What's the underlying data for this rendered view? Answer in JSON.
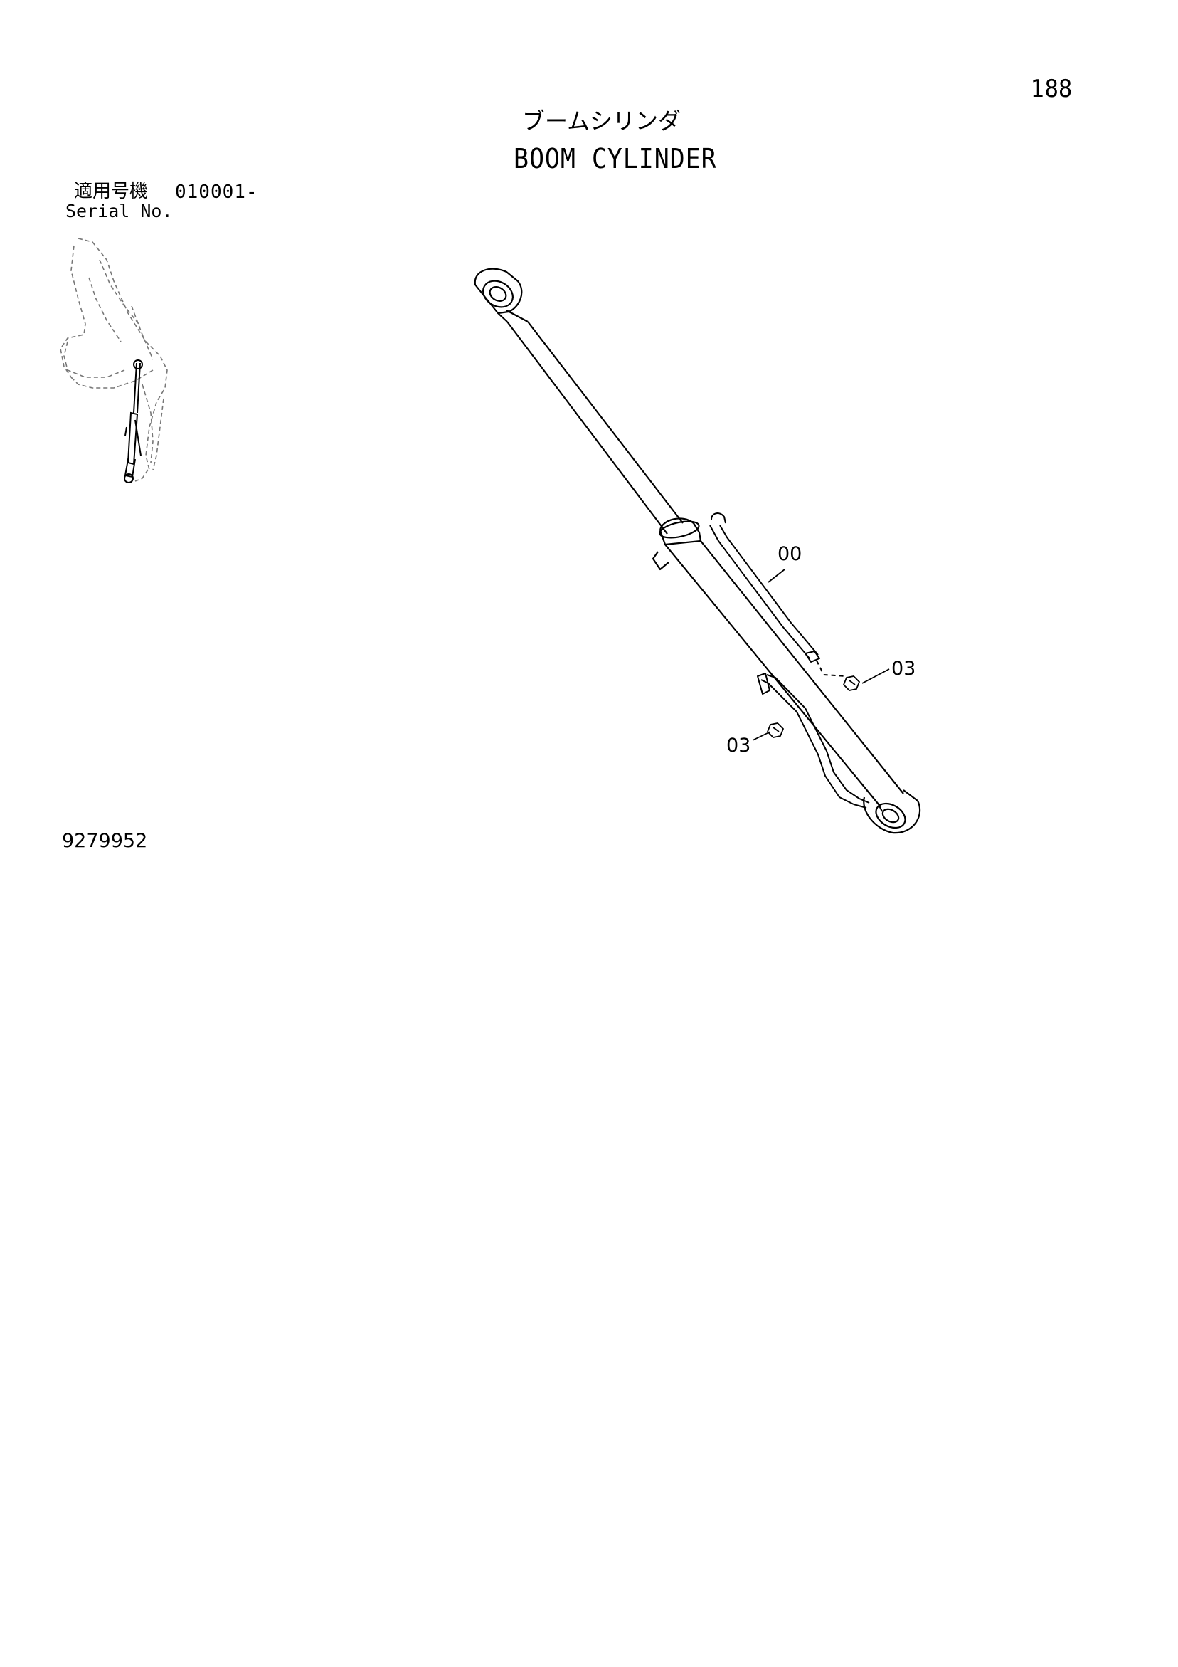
{
  "page": {
    "page_number": "188",
    "title_jp": "ブームシリンダ",
    "title_en": "BOOM CYLINDER",
    "serial_label_jp": "適用号機",
    "serial_range": "010001-",
    "serial_label_en": "Serial No.",
    "drawing_number": "9279952"
  },
  "callouts": {
    "part_00": "00",
    "part_03_upper": "03",
    "part_03_lower": "03"
  },
  "illustration": {
    "main": "boom-cylinder-assembly",
    "inset": "excavator-boom-location-view"
  }
}
